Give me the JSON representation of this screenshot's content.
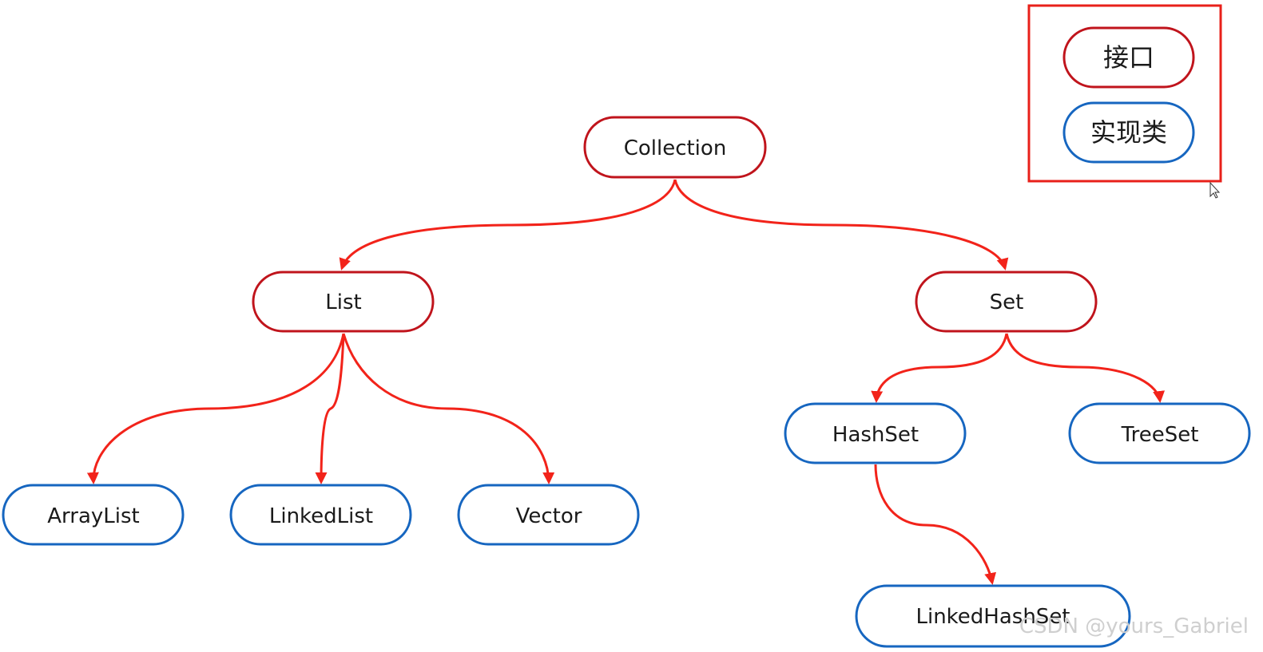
{
  "colors": {
    "interface": "#c0141c",
    "implementation": "#1666c0",
    "edge": "#f2231a",
    "legend_frame": "#e8201a",
    "text": "#1a1a1a",
    "watermark": "#cfcfcf"
  },
  "legend": {
    "interface_label": "接口",
    "implementation_label": "实现类"
  },
  "nodes": {
    "collection": {
      "label": "Collection",
      "kind": "interface"
    },
    "list": {
      "label": "List",
      "kind": "interface"
    },
    "set": {
      "label": "Set",
      "kind": "interface"
    },
    "arraylist": {
      "label": "ArrayList",
      "kind": "implementation"
    },
    "linkedlist": {
      "label": "LinkedList",
      "kind": "implementation"
    },
    "vector": {
      "label": "Vector",
      "kind": "implementation"
    },
    "hashset": {
      "label": "HashSet",
      "kind": "implementation"
    },
    "treeset": {
      "label": "TreeSet",
      "kind": "implementation"
    },
    "linkedhashset": {
      "label": "LinkedHashSet",
      "kind": "implementation"
    }
  },
  "edges": [
    {
      "from": "collection",
      "to": "list"
    },
    {
      "from": "collection",
      "to": "set"
    },
    {
      "from": "list",
      "to": "arraylist"
    },
    {
      "from": "list",
      "to": "linkedlist"
    },
    {
      "from": "list",
      "to": "vector"
    },
    {
      "from": "set",
      "to": "hashset"
    },
    {
      "from": "set",
      "to": "treeset"
    },
    {
      "from": "hashset",
      "to": "linkedhashset"
    }
  ],
  "watermark": "CSDN @yours_Gabriel",
  "cursor_icon": "mouse-pointer-icon"
}
